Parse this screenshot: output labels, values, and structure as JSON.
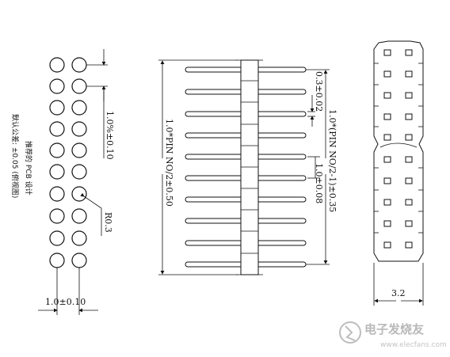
{
  "left_view": {
    "hole_pitch_label": "1.0±0.10",
    "row_pitch_label": "1.0%±0.10",
    "radius_label": "R0.3",
    "note_title": "推荐的 PCB 设计",
    "note_tolerance": "默认公差: ±0.05 (俯视图)"
  },
  "middle_view": {
    "overall_label": "1.0*PIN NO/2±0.50",
    "pin_thickness_label": "0.3±0.02",
    "pin_span_label": "1.0*(PIN NO/2-1)±0.35",
    "pin_pitch_label": "1.0±0.08"
  },
  "right_view": {
    "width_label": "3.2"
  },
  "watermark": {
    "text": "电子发烧友",
    "url": "www.elecfans.com"
  }
}
